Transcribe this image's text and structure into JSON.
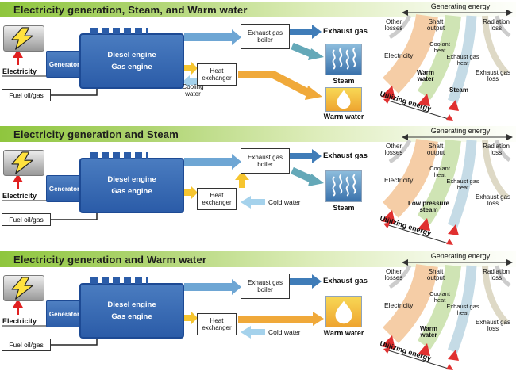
{
  "colors": {
    "header_green": "#8fc63e",
    "engine_blue": "#2b5ca8",
    "exhaust_arrow_blue": "#6ea6d4",
    "steam_teal": "#64a8b8",
    "hot_yellow": "#f6c52f",
    "warm_orange": "#f0a93a",
    "cool_blue": "#a5d2ec",
    "electric_red": "#e02020",
    "fuel_green": "#0a9a44",
    "sankey_orange": "#f5cda6",
    "sankey_green": "#cfe4b4",
    "sankey_blue": "#c5dbe6"
  },
  "sections": [
    {
      "title": "Electricity generation, Steam, and Warm water",
      "electricity_label": "Electricity",
      "fuel_label": "Fuel oil/gas",
      "generator_label": "Generator",
      "engine_label_1": "Diesel engine",
      "engine_label_2": "Gas engine",
      "boiler_label": "Exhaust gas boiler",
      "heat_exchanger_label": "Heat exchanger",
      "water_label": "Cooling water",
      "exhaust_gas_label": "Exhaust gas",
      "steam_label": "Steam",
      "warm_water_label": "Warm water",
      "sankey": {
        "generating_energy": "Generating energy",
        "other_losses": "Other losses",
        "shaft_output": "Shaft output",
        "radiation_loss": "Radiation loss",
        "electricity": "Electricity",
        "coolant_heat": "Coolant heat",
        "exhaust_gas_heat": "Exhaust gas heat",
        "exhaust_gas_loss": "Exhaust gas loss",
        "stream_a": "Warm water",
        "stream_b": "Steam",
        "utilizing_energy": "Utilizing energy"
      }
    },
    {
      "title": "Electricity generation and Steam",
      "electricity_label": "Electricity",
      "fuel_label": "Fuel oil/gas",
      "generator_label": "Generator",
      "engine_label_1": "Diesel engine",
      "engine_label_2": "Gas engine",
      "boiler_label": "Exhaust gas boiler",
      "heat_exchanger_label": "Heat exchanger",
      "water_label": "Cold water",
      "exhaust_gas_label": "Exhaust gas",
      "steam_label": "Steam",
      "sankey": {
        "generating_energy": "Generating energy",
        "other_losses": "Other losses",
        "shaft_output": "Shaft output",
        "radiation_loss": "Radiation loss",
        "electricity": "Electricity",
        "coolant_heat": "Coolant heat",
        "exhaust_gas_heat": "Exhaust gas heat",
        "exhaust_gas_loss": "Exhaust gas loss",
        "stream_a": "Low pressure steam",
        "utilizing_energy": "Utilizing energy"
      }
    },
    {
      "title": "Electricity generation and Warm water",
      "electricity_label": "Electricity",
      "fuel_label": "Fuel oil/gas",
      "generator_label": "Generator",
      "engine_label_1": "Diesel engine",
      "engine_label_2": "Gas engine",
      "boiler_label": "Exhaust gas boiler",
      "heat_exchanger_label": "Heat exchanger",
      "water_label": "Cold water",
      "exhaust_gas_label": "Exhaust gas",
      "warm_water_label": "Warm water",
      "sankey": {
        "generating_energy": "Generating energy",
        "other_losses": "Other losses",
        "shaft_output": "Shaft output",
        "radiation_loss": "Radiation loss",
        "electricity": "Electricity",
        "coolant_heat": "Coolant heat",
        "exhaust_gas_heat": "Exhaust gas heat",
        "exhaust_gas_loss": "Exhaust gas loss",
        "stream_a": "Warm water",
        "utilizing_energy": "Utilizing energy"
      }
    }
  ]
}
